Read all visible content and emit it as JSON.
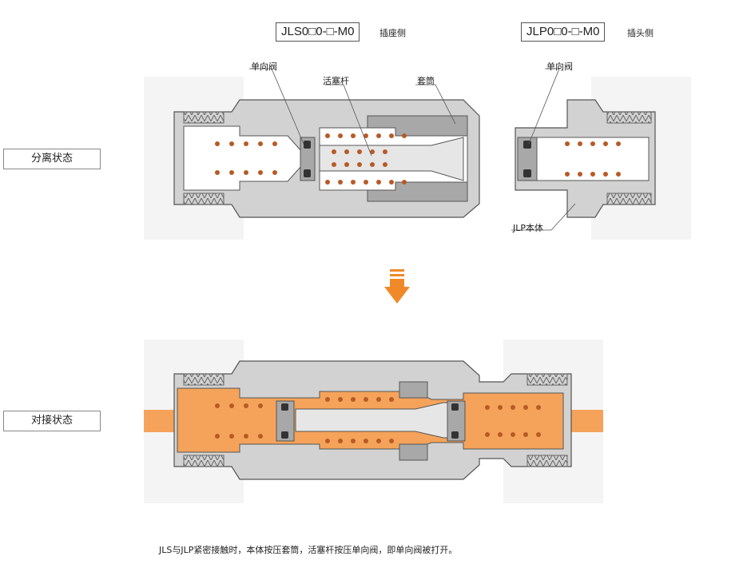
{
  "header": {
    "socket_model": "JLS0□0-□-M0",
    "socket_side": "插座侧",
    "plug_model": "JLP0□0-□-M0",
    "plug_side": "插头侧"
  },
  "states": {
    "separated": "分离状态",
    "connected": "对接状态"
  },
  "callouts": {
    "check_valve_left": "单向阀",
    "piston_rod": "活塞杆",
    "sleeve": "套筒",
    "check_valve_right": "单向阀",
    "jlp_body": "JLP本体"
  },
  "caption": "JLS与JLP紧密接触时，本体按压套筒，活塞杆按压单向阀，即单向阀被打开。",
  "colors": {
    "metal": "#d2d2d2",
    "metal_dark": "#a8a8a8",
    "outline": "#555555",
    "spring": "#b85a26",
    "fluid": "#f5a35a",
    "arrow": "#f08a28",
    "panel": "#f4f4f4"
  }
}
